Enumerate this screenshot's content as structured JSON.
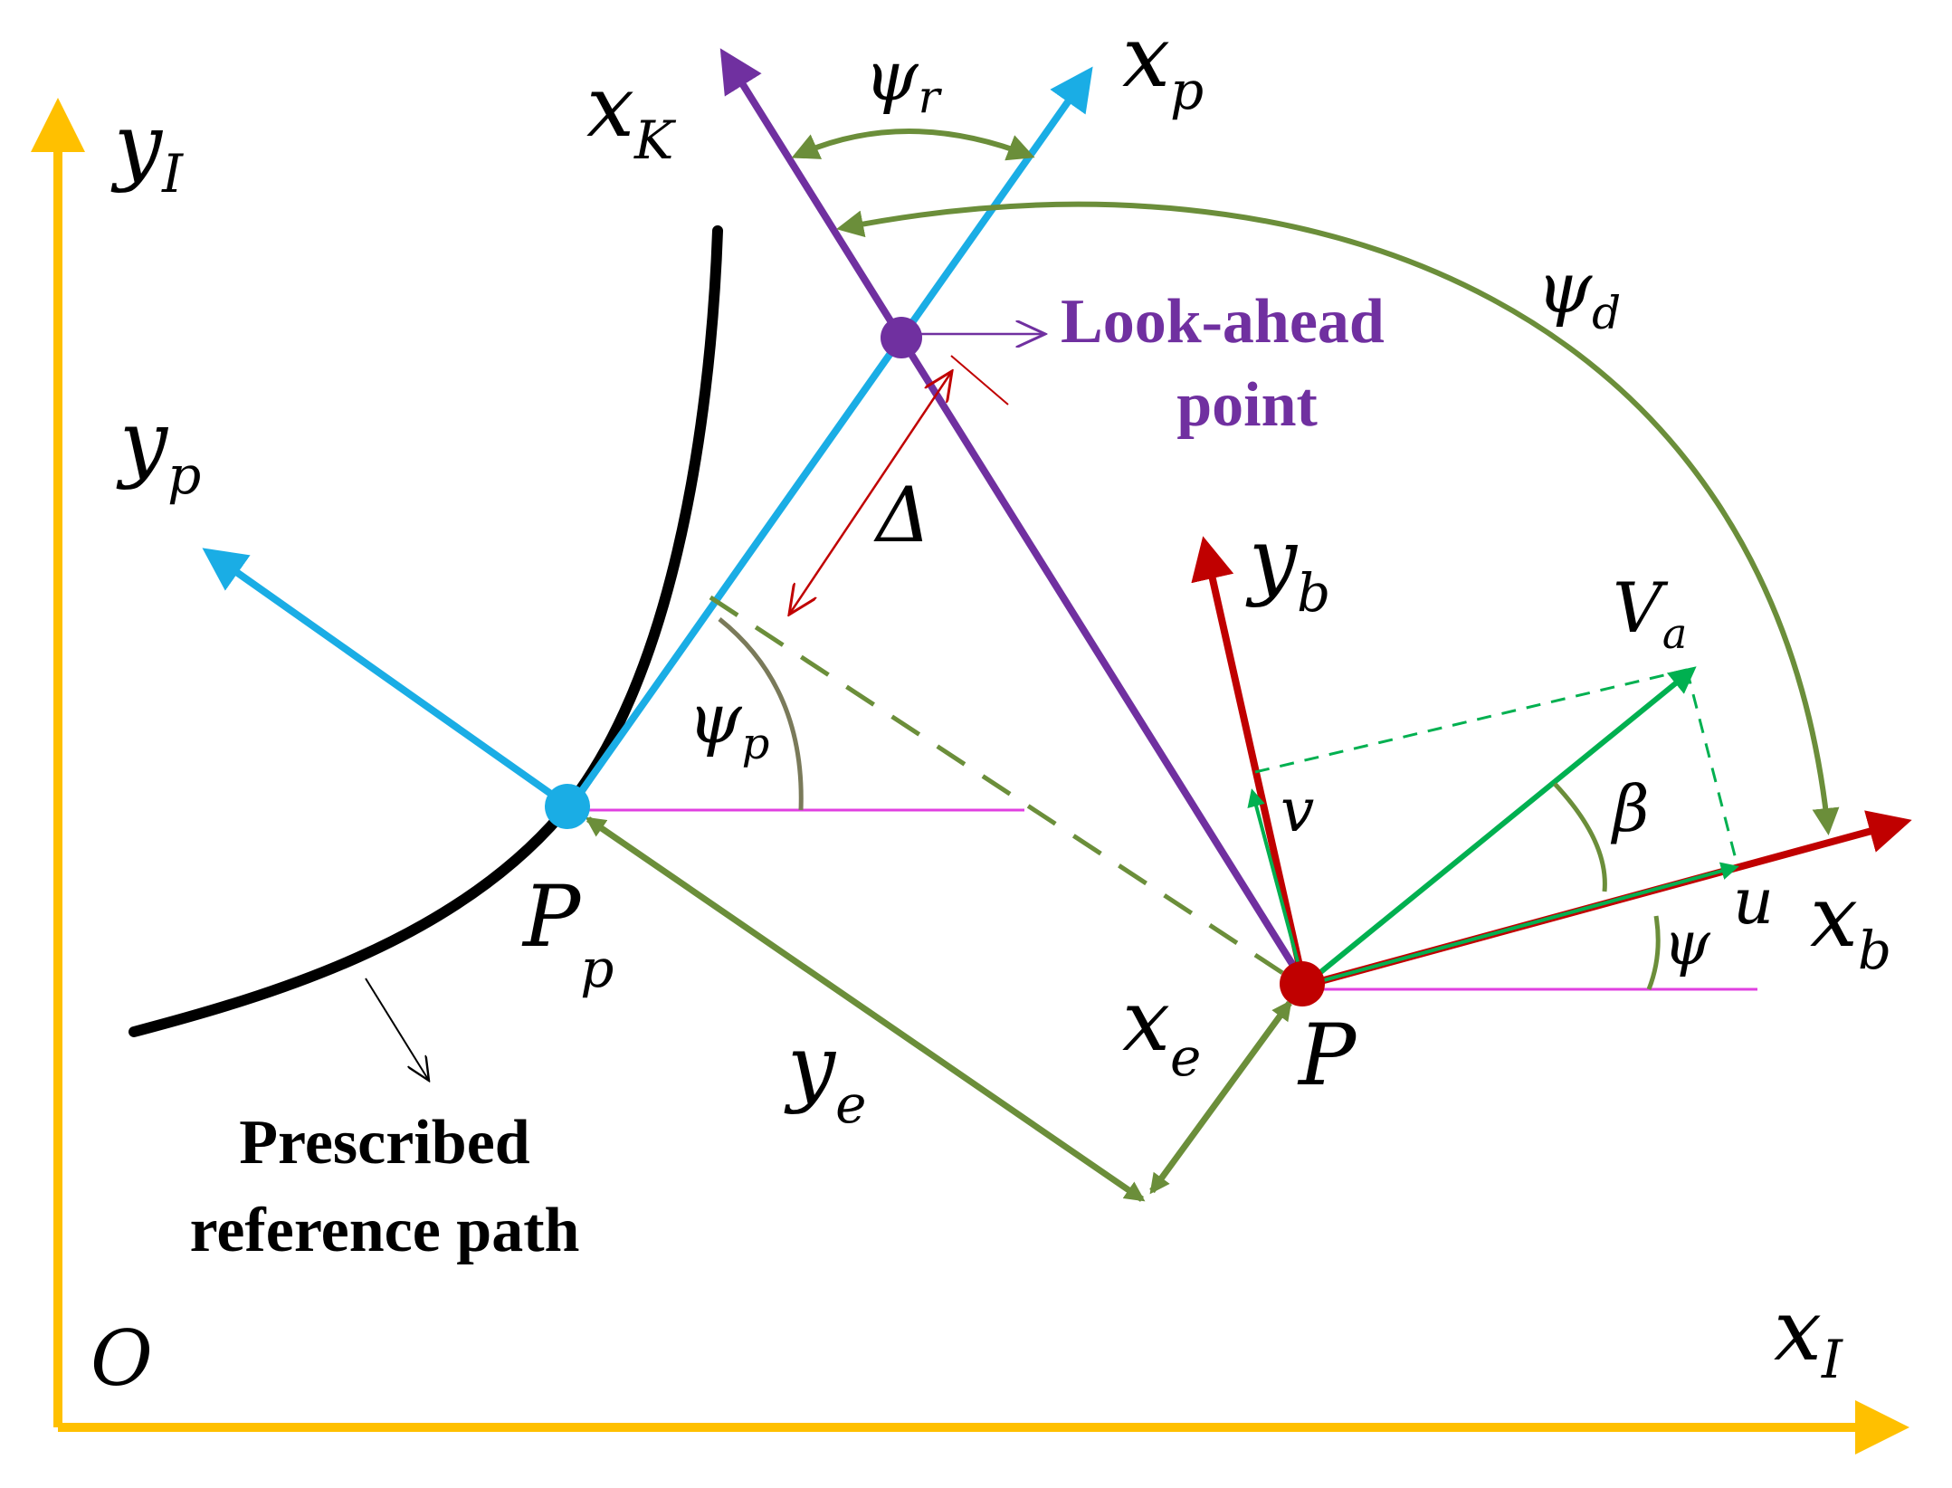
{
  "colors": {
    "inertial_axis": "#FFC000",
    "path_frame": "#1AADE5",
    "body_frame": "#C00000",
    "lookahead": "#7030A0",
    "angle_arc": "#6B8E3A",
    "velocity": "#00B050",
    "horizontal_ref": "#E040E0",
    "reference_path": "#000000",
    "delta_arrow": "#C00000"
  },
  "icons": {
    "origin_axis": "yellow-arrow-axes",
    "lookahead_point": "purple-dot",
    "path_point": "blue-dot",
    "vehicle_point": "red-dot"
  },
  "labels": {
    "y_inertial": {
      "main": "y",
      "sub": "I"
    },
    "x_inertial": {
      "main": "x",
      "sub": "I"
    },
    "origin": "O",
    "x_k": {
      "main": "x",
      "sub": "K"
    },
    "psi_r": {
      "main": "ψ",
      "sub": "r"
    },
    "x_p": {
      "main": "x",
      "sub": "p"
    },
    "y_p": {
      "main": "y",
      "sub": "p"
    },
    "psi_d": {
      "main": "ψ",
      "sub": "d"
    },
    "delta": "Δ",
    "y_b": {
      "main": "y",
      "sub": "b"
    },
    "v_a": {
      "main": "V",
      "sub": "a"
    },
    "psi_p": {
      "main": "ψ",
      "sub": "p"
    },
    "v": "v",
    "beta": "β",
    "u": "u",
    "psi": "ψ",
    "x_b": {
      "main": "x",
      "sub": "b"
    },
    "p_p": {
      "main": "P",
      "sub": "p"
    },
    "x_e": {
      "main": "x",
      "sub": "e"
    },
    "p": "P",
    "y_e": {
      "main": "y",
      "sub": "e"
    }
  },
  "annotations": {
    "lookahead_line1": "Look-ahead",
    "lookahead_line2": "point",
    "path_line1": "Prescribed",
    "path_line2": "reference path"
  }
}
